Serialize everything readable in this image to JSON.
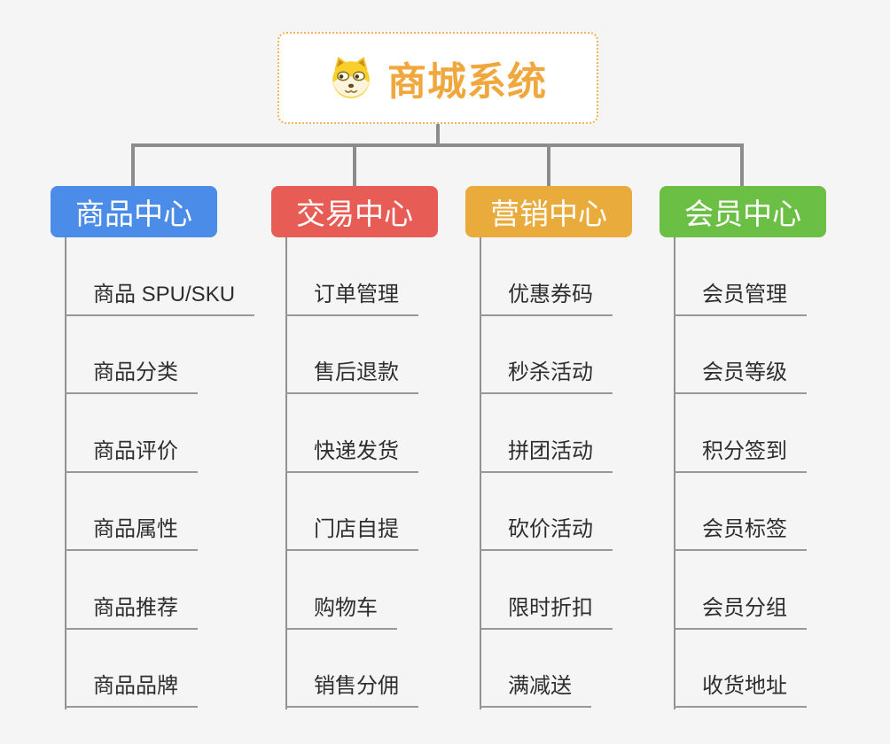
{
  "root": {
    "label": "商城系统",
    "icon": "dog-icon",
    "accent_color": "#f0a73d",
    "border_color": "#f2b257"
  },
  "colors": {
    "connector": "#8c8c8c",
    "background": "#f5f5f6",
    "item_text": "#2e2e2e"
  },
  "branches": [
    {
      "label": "商品中心",
      "color": "#4a8ce8",
      "items": [
        "商品 SPU/SKU",
        "商品分类",
        "商品评价",
        "商品属性",
        "商品推荐",
        "商品品牌"
      ]
    },
    {
      "label": "交易中心",
      "color": "#e85c56",
      "items": [
        "订单管理",
        "售后退款",
        "快递发货",
        "门店自提",
        "购物车",
        "销售分佣"
      ]
    },
    {
      "label": "营销中心",
      "color": "#eaab3d",
      "items": [
        "优惠券码",
        "秒杀活动",
        "拼团活动",
        "砍价活动",
        "限时折扣",
        "满减送"
      ]
    },
    {
      "label": "会员中心",
      "color": "#6cbf45",
      "items": [
        "会员管理",
        "会员等级",
        "积分签到",
        "会员标签",
        "会员分组",
        "收货地址"
      ]
    }
  ]
}
